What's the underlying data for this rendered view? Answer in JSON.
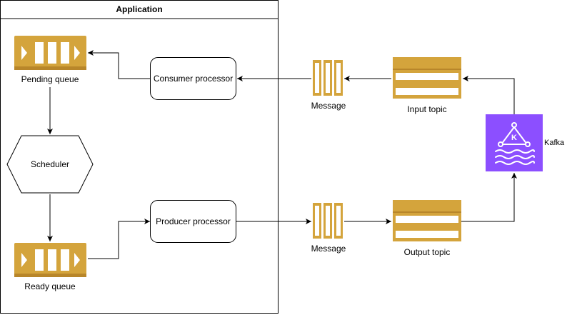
{
  "container": {
    "title": "Application"
  },
  "nodes": {
    "pending_queue": {
      "label": "Pending queue",
      "icon": "queue-icon"
    },
    "ready_queue": {
      "label": "Ready queue",
      "icon": "queue-icon"
    },
    "scheduler": {
      "label": "Scheduler"
    },
    "consumer_processor": {
      "label": "Consumer processor"
    },
    "producer_processor": {
      "label": "Producer processor"
    },
    "message_in": {
      "label": "Message",
      "icon": "message-icon"
    },
    "message_out": {
      "label": "Message",
      "icon": "message-icon"
    },
    "input_topic": {
      "label": "Input topic",
      "icon": "topic-icon"
    },
    "output_topic": {
      "label": "Output topic",
      "icon": "topic-icon"
    },
    "kafka": {
      "label": "Kafka",
      "icon": "kafka-icon"
    }
  },
  "colors": {
    "queue_gold": "#D4A43C",
    "queue_gold_dark": "#B8862A",
    "kafka_purple": "#8C4FFF",
    "line": "#000000"
  }
}
